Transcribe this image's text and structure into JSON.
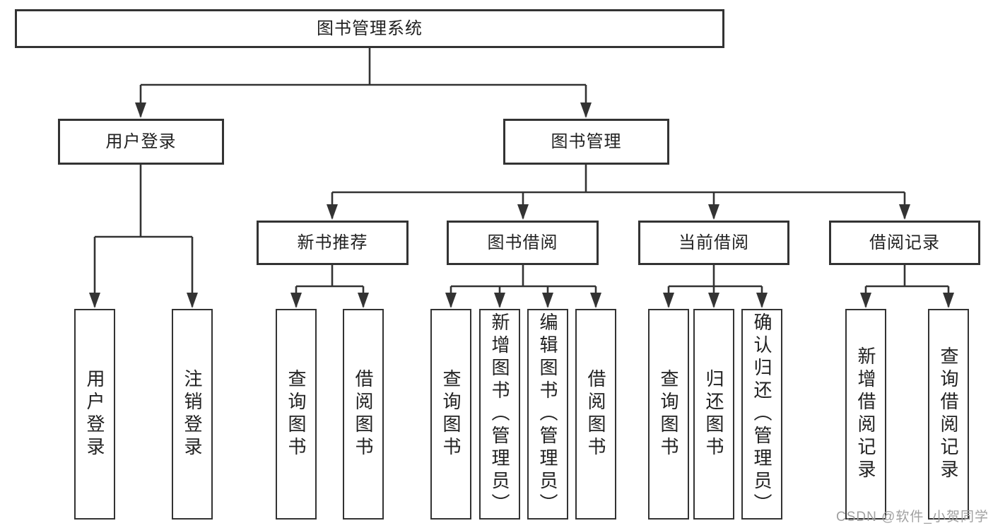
{
  "root": {
    "label": "图书管理系统"
  },
  "branches": {
    "user": {
      "label": "用户登录",
      "leaves": [
        "用户登录",
        "注销登录"
      ]
    },
    "manage": {
      "label": "图书管理",
      "sections": {
        "recommend": {
          "label": "新书推荐",
          "leaves": [
            "查询图书",
            "借阅图书"
          ]
        },
        "borrow": {
          "label": "图书借阅",
          "leaves": [
            "查询图书",
            "新增图书（管理员）",
            "编辑图书（管理员）",
            "借阅图书"
          ]
        },
        "current": {
          "label": "当前借阅",
          "leaves": [
            "查询图书",
            "归还图书",
            "确认归还（管理员）"
          ]
        },
        "records": {
          "label": "借阅记录",
          "leaves": [
            "新增借阅记录",
            "查询借阅记录"
          ]
        }
      }
    }
  },
  "watermark": "CSDN @软件_小贺同学",
  "colors": {
    "line": "#333333",
    "box_border": "#333333",
    "box_bg": "#ffffff",
    "text": "#212121",
    "watermark": "#a0a0a0"
  }
}
